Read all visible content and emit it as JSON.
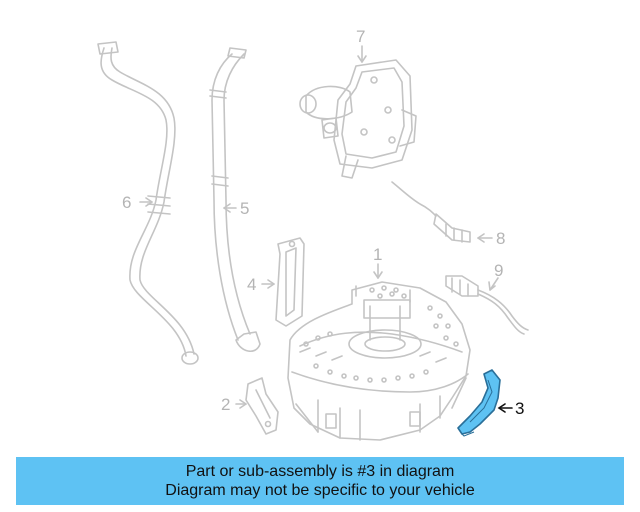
{
  "callouts": {
    "p1": "1",
    "p2": "2",
    "p3": "3",
    "p4": "4",
    "p5": "5",
    "p6": "6",
    "p7": "7",
    "p8": "8",
    "p9": "9"
  },
  "highlighted_part": "3",
  "colors": {
    "line_art": "#c4c4c4",
    "highlight_fill": "#5ec2f3",
    "highlight_stroke": "#2a6f99",
    "banner_background": "#5ec2f3",
    "banner_text": "#111111"
  },
  "banner": {
    "line1": "Part or sub-assembly is #3 in diagram",
    "line2": "Diagram may not be specific to your vehicle"
  }
}
